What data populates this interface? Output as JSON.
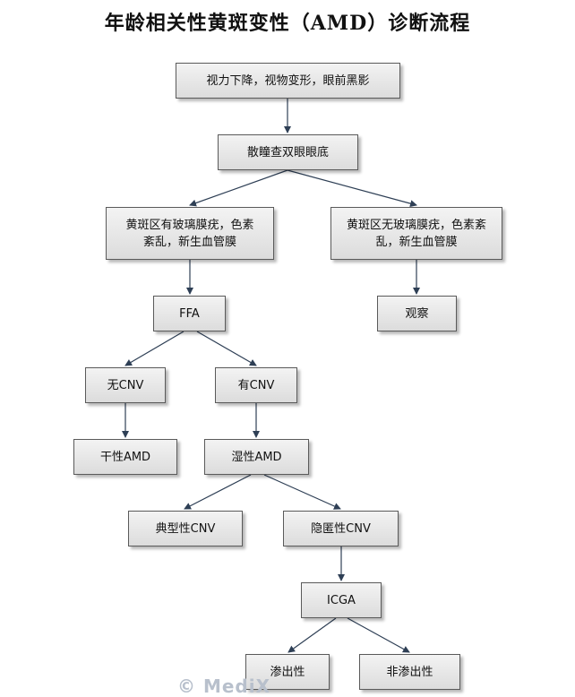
{
  "title": "年龄相关性黄斑变性（AMD）诊断流程",
  "nodes": {
    "symptoms": "视力下降，视物变形，眼前黑影",
    "dilated_exam": "散瞳查双眼眼底",
    "macula_with_drusen": "黄斑区有玻璃膜疣，色素紊乱，新生血管膜",
    "macula_without_drusen": "黄斑区无玻璃膜疣，色素紊乱，新生血管膜",
    "ffa": "FFA",
    "observe": "观察",
    "no_cnv": "无CNV",
    "has_cnv": "有CNV",
    "dry_amd": "干性AMD",
    "wet_amd": "湿性AMD",
    "classic_cnv": "典型性CNV",
    "occult_cnv": "隐匿性CNV",
    "icga": "ICGA",
    "exudative": "渗出性",
    "non_exudative": "非渗出性"
  },
  "watermark": "© MediX",
  "colors": {
    "arrow": "#2e3f55",
    "node_border": "#5a5a5a"
  }
}
